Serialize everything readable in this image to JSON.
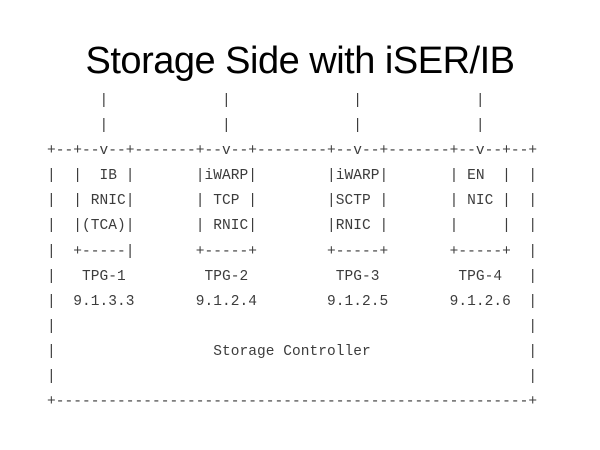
{
  "slide": {
    "title": "Storage Side with iSER/IB",
    "colors": {
      "background": "#ffffff",
      "title_text": "#000000",
      "diagram_text": "#3c3c3c"
    }
  },
  "diagram": {
    "container_label": "Storage Controller",
    "ports": [
      {
        "label": "TPG-1",
        "ip": "9.1.3.3",
        "stack": [
          "IB",
          "RNIC",
          "(TCA)"
        ]
      },
      {
        "label": "TPG-2",
        "ip": "9.1.2.4",
        "stack": [
          "iWARP",
          "TCP",
          "RNIC"
        ]
      },
      {
        "label": "TPG-3",
        "ip": "9.1.2.5",
        "stack": [
          "iWARP",
          "SCTP",
          "RNIC"
        ]
      },
      {
        "label": "TPG-4",
        "ip": "9.1.2.6",
        "stack": [
          "EN",
          "NIC"
        ]
      }
    ],
    "ascii_lines": [
      "      |             |              |             |",
      "      |             |              |             |",
      "+--+--v--+-------+--v--+--------+--v--+-------+--v--+--+",
      "|  |  IB |       |iWARP|        |iWARP|       | EN  |  |",
      "|  | RNIC|       | TCP |        |SCTP |       | NIC |  |",
      "|  |(TCA)|       | RNIC|        |RNIC |       |     |  |",
      "|  +-----|       +-----+        +-----+       +-----+  |",
      "|   TPG-1         TPG-2          TPG-3         TPG-4   |",
      "|  9.1.3.3       9.1.2.4        9.1.2.5       9.1.2.6  |",
      "|                                                      |",
      "|                  Storage Controller                  |",
      "|                                                      |",
      "+------------------------------------------------------+"
    ]
  }
}
